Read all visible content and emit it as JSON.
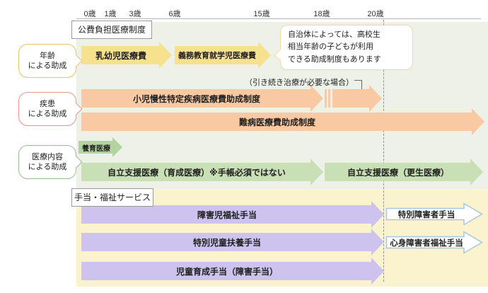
{
  "axis": {
    "ages": [
      "0歳",
      "1歳",
      "3歳",
      "6歳",
      "15歳",
      "18歳",
      "20歳"
    ]
  },
  "boxes": {
    "public": "公費負担医療制度",
    "welfare": "手当・福祉サービス"
  },
  "bubbles": {
    "age": {
      "lines": [
        "年齢",
        "による助成"
      ]
    },
    "disease": {
      "lines": [
        "疾患",
        "による助成"
      ]
    },
    "content": {
      "lines": [
        "医療内容",
        "による助成"
      ]
    }
  },
  "callout": {
    "lines": [
      "自治体によっては、高校生",
      "相当年齢の子どもが利用",
      "できる助成制度もあります"
    ]
  },
  "note": "（引き続き治療が必要な場合）",
  "arrows": {
    "infant": "乳幼児医療費",
    "compulsory": "義務教育就学児医療費",
    "chronic": "小児慢性特定疾病医療費助成制度",
    "intractable": "難病医療費助成制度",
    "postnatal": "養育医療",
    "ikusei": "自立支援医療（育成医療）※手帳必須ではない",
    "kosei": "自立支援医療（更生医療）",
    "disabled_child": "障害児福祉手当",
    "special_child": "特別児童扶養手当",
    "child_rearing": "児童育成手当（障害手当）",
    "special_disabled": "特別障害者手当",
    "mind_body": "心身障害者福祉手当"
  },
  "colors": {
    "bg_public": "#edf1e7",
    "bg_welfare": "#faf3cd",
    "arrow_yellow": "#f8e18e",
    "arrow_orange": "#f8c9a2",
    "arrow_green": "#c9dfb6",
    "arrow_green_small": "#b3d4a1",
    "arrow_purple": "#cdc3ee",
    "white_arrow_border": "#abc6da",
    "bubble_age_border": "#f0c35e",
    "bubble_disease_border": "#ee9394",
    "bubble_content_border": "#9cbc97",
    "callout_border": "#f5d9a0"
  }
}
